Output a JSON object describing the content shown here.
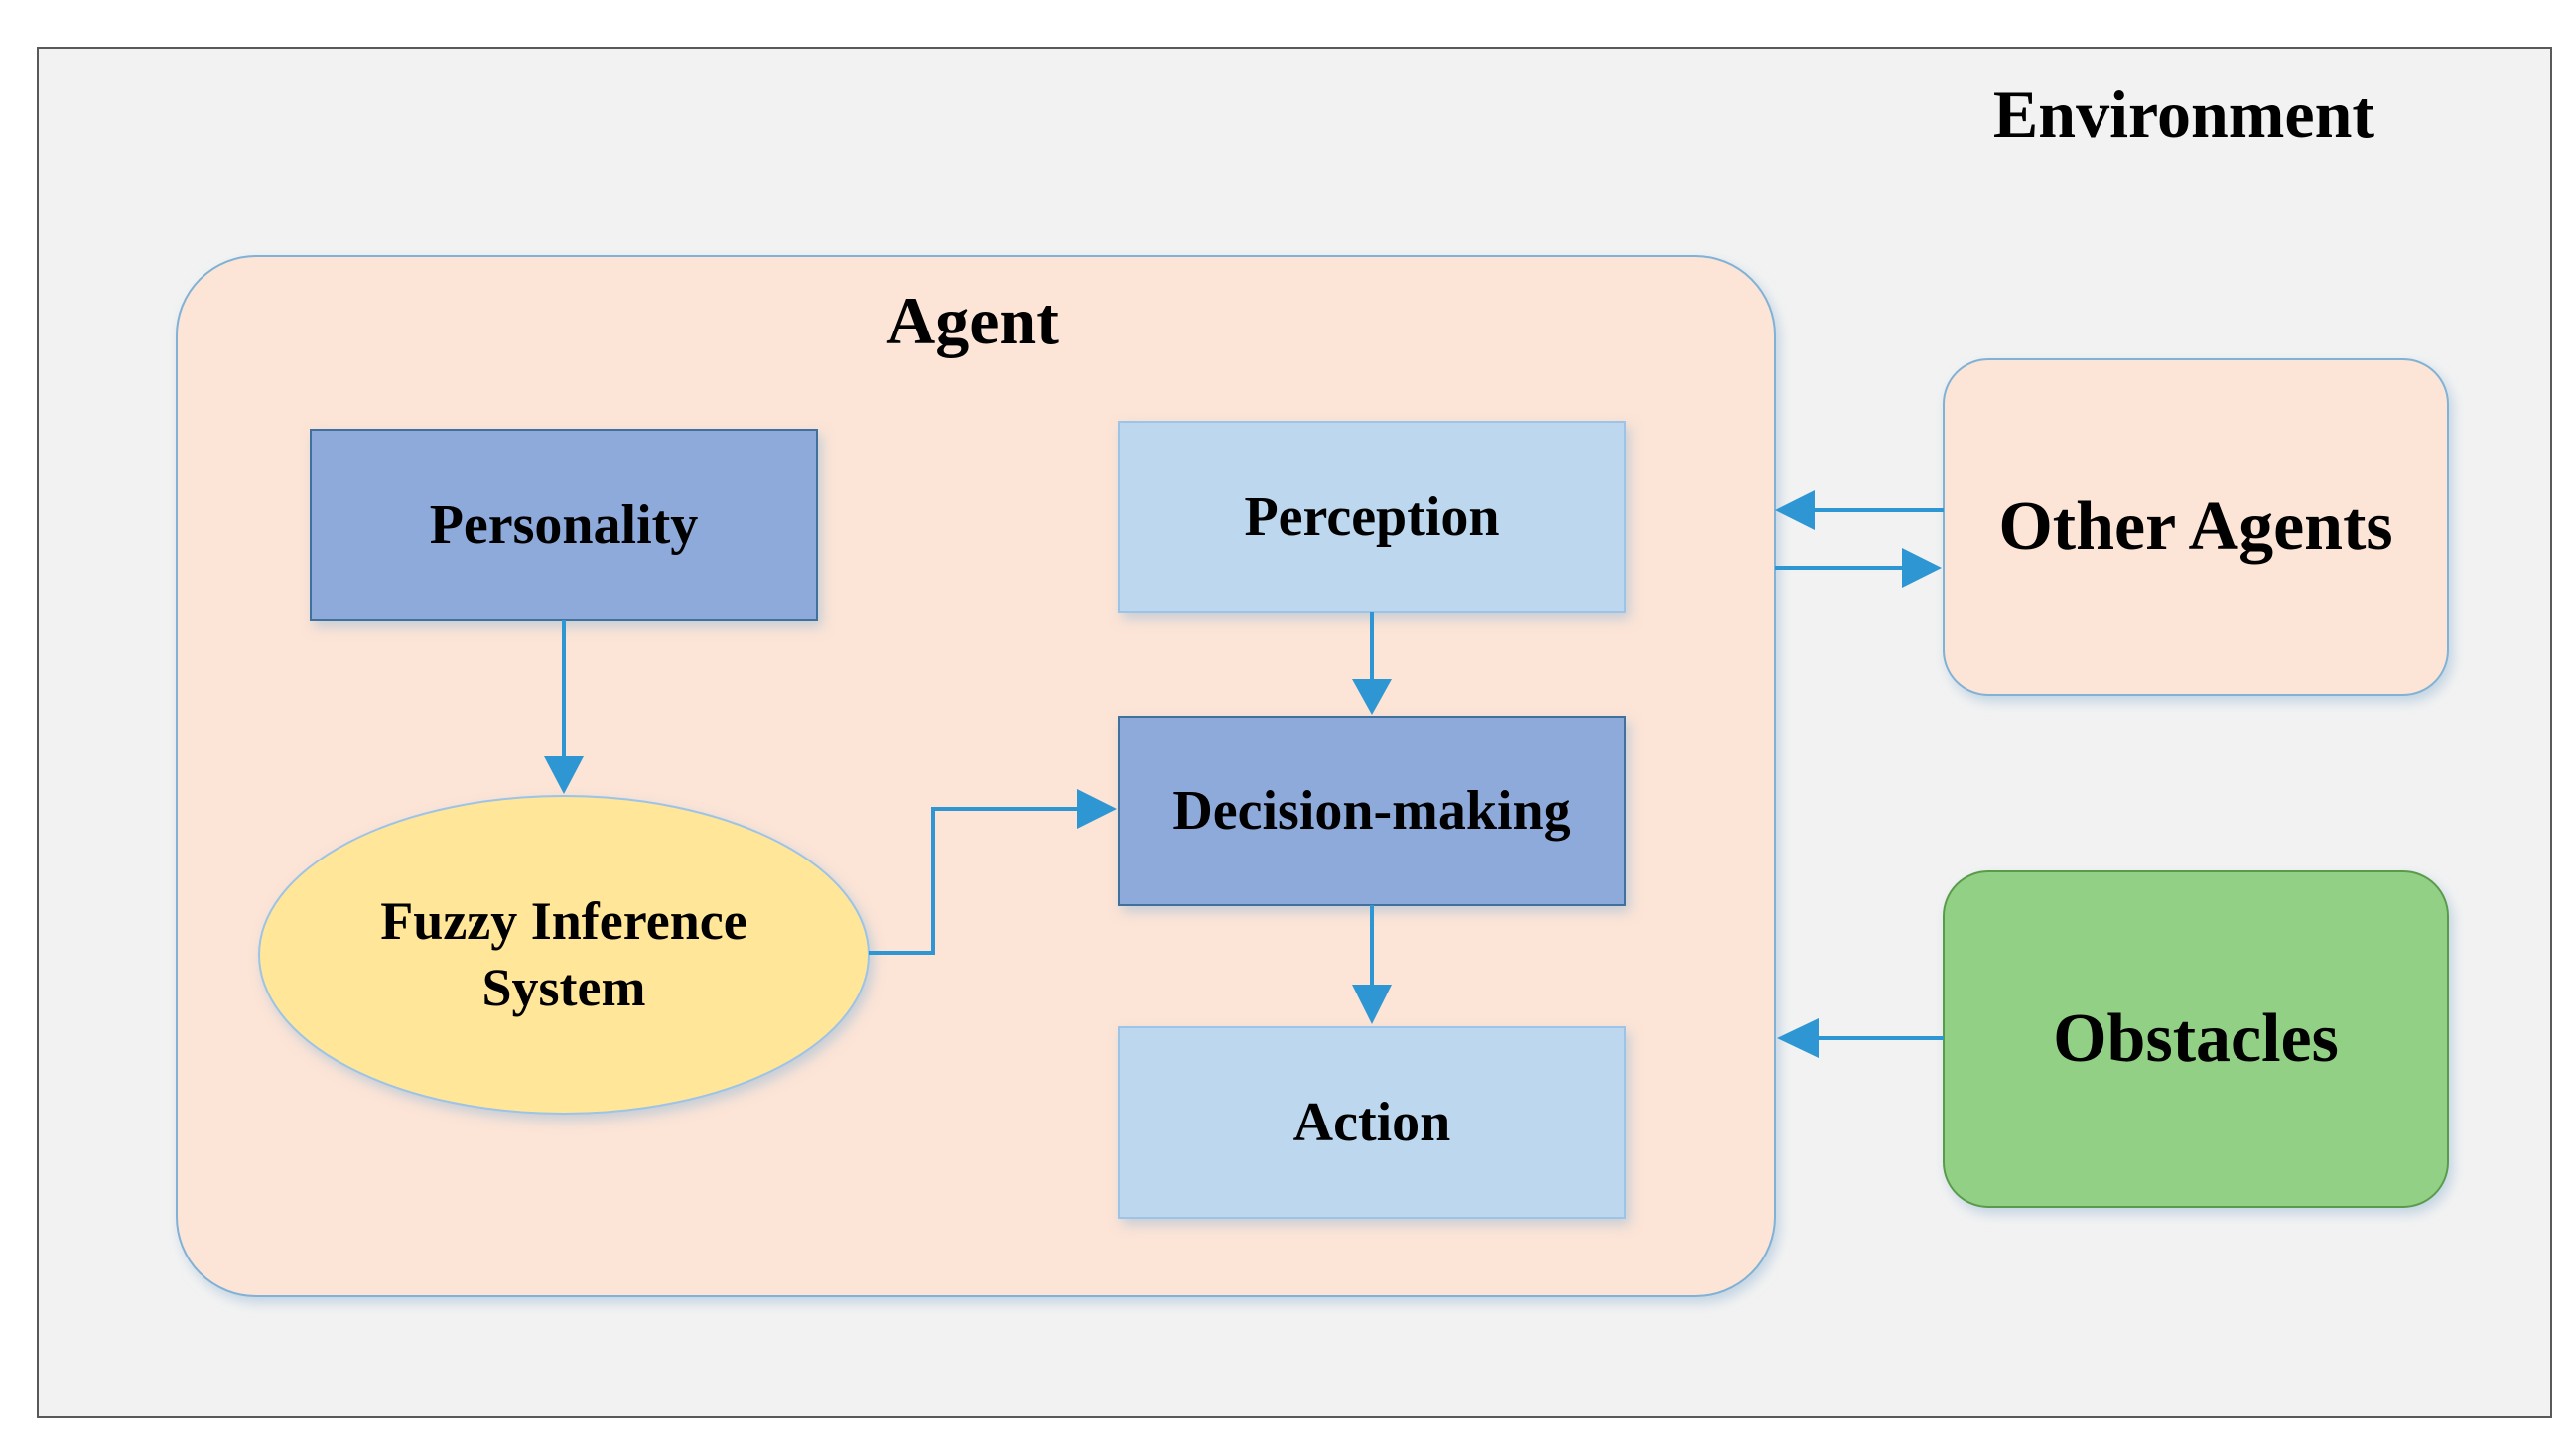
{
  "diagram": {
    "environment": {
      "label": "Environment"
    },
    "agent": {
      "label": "Agent"
    },
    "nodes": {
      "personality": {
        "label": "Personality"
      },
      "fuzzy_inference": {
        "label_line1": "Fuzzy Inference",
        "label_line2": "System"
      },
      "perception": {
        "label": "Perception"
      },
      "decision_making": {
        "label": "Decision-making"
      },
      "action": {
        "label": "Action"
      },
      "other_agents": {
        "label": "Other Agents"
      },
      "obstacles": {
        "label": "Obstacles"
      }
    },
    "edges": [
      {
        "from": "personality",
        "to": "fuzzy_inference"
      },
      {
        "from": "fuzzy_inference",
        "to": "decision_making"
      },
      {
        "from": "perception",
        "to": "decision_making"
      },
      {
        "from": "decision_making",
        "to": "action"
      },
      {
        "from": "other_agents",
        "to": "agent"
      },
      {
        "from": "agent",
        "to": "other_agents"
      },
      {
        "from": "obstacles",
        "to": "agent"
      }
    ],
    "colors": {
      "environment_fill": "#f2f2f2",
      "environment_border": "#595959",
      "agent_fill": "#fce4d6",
      "agent_border": "#7fb2d6",
      "dark_blue_fill": "#8eaadb",
      "light_blue_fill": "#bdd7ee",
      "ellipse_fill": "#ffe699",
      "obstacles_fill": "#92d185",
      "arrow": "#2e97d3"
    }
  }
}
